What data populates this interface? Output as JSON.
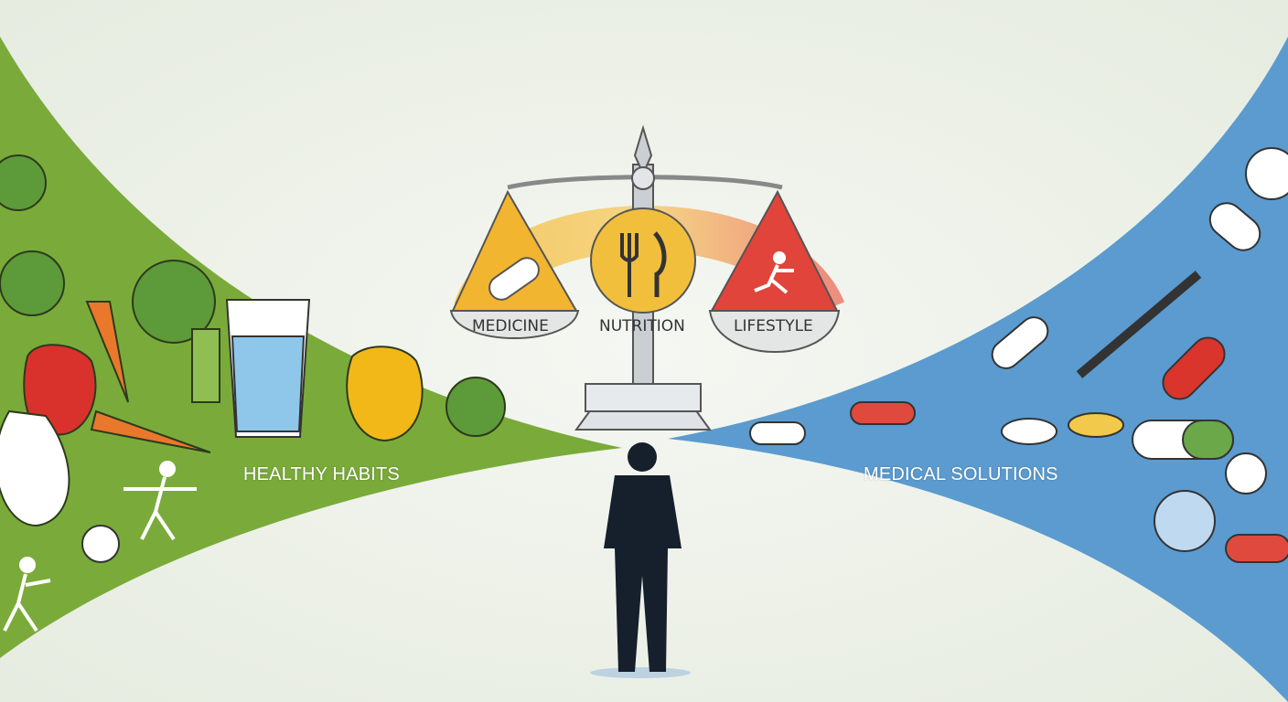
{
  "scale": {
    "left_pan_label": "MEDICINE",
    "center_label": "NUTRITION",
    "right_pan_label": "LIFESTYLE"
  },
  "regions": {
    "left_label": "HEALTHY HABITS",
    "right_label": "MEDICAL SOLUTIONS"
  },
  "colors": {
    "background": "#eef2ea",
    "green": "#7aab3a",
    "blue": "#5b9bcf",
    "yellow": "#f2b530",
    "red": "#e0443a",
    "figure": "#16202c"
  }
}
